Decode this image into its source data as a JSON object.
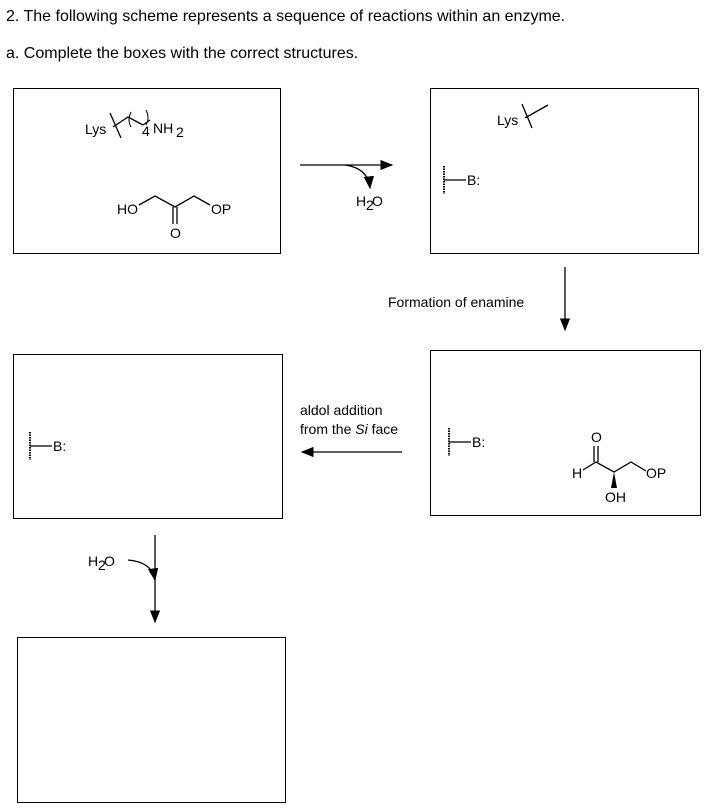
{
  "question": {
    "title": "2. The following scheme represents a sequence of reactions within an enzyme.",
    "part_a": "a. Complete the boxes with the correct structures."
  },
  "box1": {
    "lys": "Lys",
    "count": "4",
    "amine": "NH",
    "amine_sub": "2",
    "ho": "HO",
    "op": "OP",
    "o": "O"
  },
  "box2": {
    "lys": "Lys",
    "base": "B:"
  },
  "box3": {
    "base": "B:",
    "o": "O",
    "h": "H",
    "op": "OP",
    "oh": "OH"
  },
  "box4": {
    "base": "B:"
  },
  "arrows": {
    "water1": "H",
    "water1_sub": "2",
    "water1_o": "O",
    "enamine": "Formation of enamine",
    "aldol_line1": "aldol addition",
    "aldol_line2_pre": "from the ",
    "aldol_line2_it": "Si",
    "aldol_line2_post": " face",
    "water2": "H",
    "water2_sub": "2",
    "water2_o": "O"
  }
}
